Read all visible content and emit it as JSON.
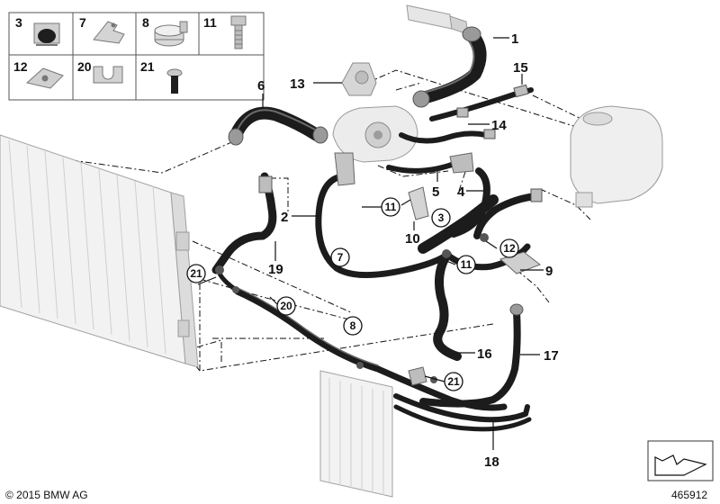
{
  "legend": [
    {
      "num": "3"
    },
    {
      "num": "7"
    },
    {
      "num": "8"
    },
    {
      "num": "11"
    },
    {
      "num": "12"
    },
    {
      "num": "20"
    },
    {
      "num": "21"
    }
  ],
  "labels": {
    "l1": "1",
    "l2": "2",
    "l4": "4",
    "l5": "5",
    "l6": "6",
    "l9": "9",
    "l10": "10",
    "l13": "13",
    "l14": "14",
    "l15": "15",
    "l16": "16",
    "l17": "17",
    "l18": "18",
    "l19": "19"
  },
  "circled": {
    "c3": "3",
    "c7": "7",
    "c8": "8",
    "c11a": "11",
    "c11b": "11",
    "c12": "12",
    "c20": "20",
    "c21a": "21",
    "c21b": "21"
  },
  "footer": {
    "copyright": "© 2015 BMW AG",
    "image_number": "465912"
  },
  "colors": {
    "hose": "#1c1c1c",
    "part_grey": "#d6d6d6",
    "line": "#111111",
    "background": "#ffffff"
  }
}
